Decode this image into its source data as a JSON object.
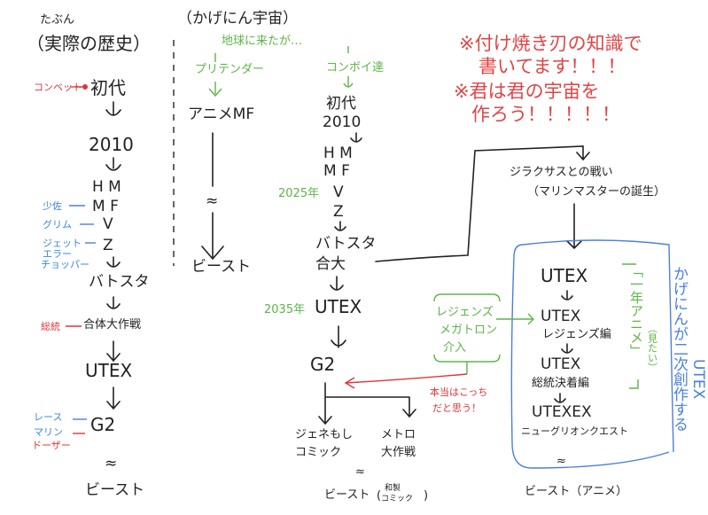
{
  "left": {
    "maybe": "たぶん",
    "title": "（実際の歴史）",
    "convoy_note": "コンベット",
    "first_gen": "初代",
    "y2010": "2010",
    "hm": "H M",
    "mf": "M F",
    "v": "V",
    "z": "Z",
    "batsuta": "バトスタ",
    "gattai": "合体大作戦",
    "utex": "UTEX",
    "g2": "G2",
    "beast": "ビースト",
    "notes": {
      "shosa": "少佐",
      "grimm": "グリム",
      "jet": "ジェット",
      "error": "エラー",
      "chopper": "チョッパー",
      "soutou": "総統",
      "race": "レース",
      "marine": "マリン",
      "dozer": "ドーザー"
    }
  },
  "middle": {
    "title": "（かげにん宇宙）",
    "came_to_earth": "地球に来たが…",
    "pretender": "プリテンダー",
    "anime_mf": "アニメMF",
    "beast": "ビースト",
    "convoys": "コンボイ達",
    "first_gen": "初代",
    "y2010": "2010",
    "hm": "H M",
    "mf": "M F",
    "year2025": "2025年",
    "v": "V",
    "z": "Z",
    "batsuta": "バトスタ",
    "gattai": "合大",
    "year2035": "2035年",
    "utex": "UTEX",
    "g2": "G2",
    "genemoshi": [
      "ジェネもし",
      "コミック"
    ],
    "metro": [
      "メトロ",
      "大作戦"
    ],
    "beast_comic": "ビースト",
    "comic_note": [
      "和製",
      "コミック"
    ],
    "legends": [
      "レジェンズ",
      "メガトロン",
      "介入"
    ],
    "really": [
      "本当はこっち",
      "だと思う！"
    ]
  },
  "right": {
    "disclaimer": [
      "※付け焼き刃の知識で",
      "書いてます！！！",
      "※君は君の宇宙を",
      "作ろう！！！！！"
    ],
    "battle": "ジラクサスとの戦い",
    "marine_master": "（マリンマスターの誕生）",
    "utex1": "UTEX",
    "utex2": "UTEX",
    "legends_arc": "レジェンズ編",
    "utex3": "UTEX",
    "soutou_arc": "総統決着編",
    "utexex": "UTEXEX",
    "new_grion": "ニューグリオンクエスト",
    "beast_anime": "ビースト（アニメ）",
    "one_year_anime": "「一年アニメ」",
    "want_to_see": "（見たい）",
    "fanwork": "かげにんが二次創作する",
    "fanwork_utex": "UTEX"
  }
}
